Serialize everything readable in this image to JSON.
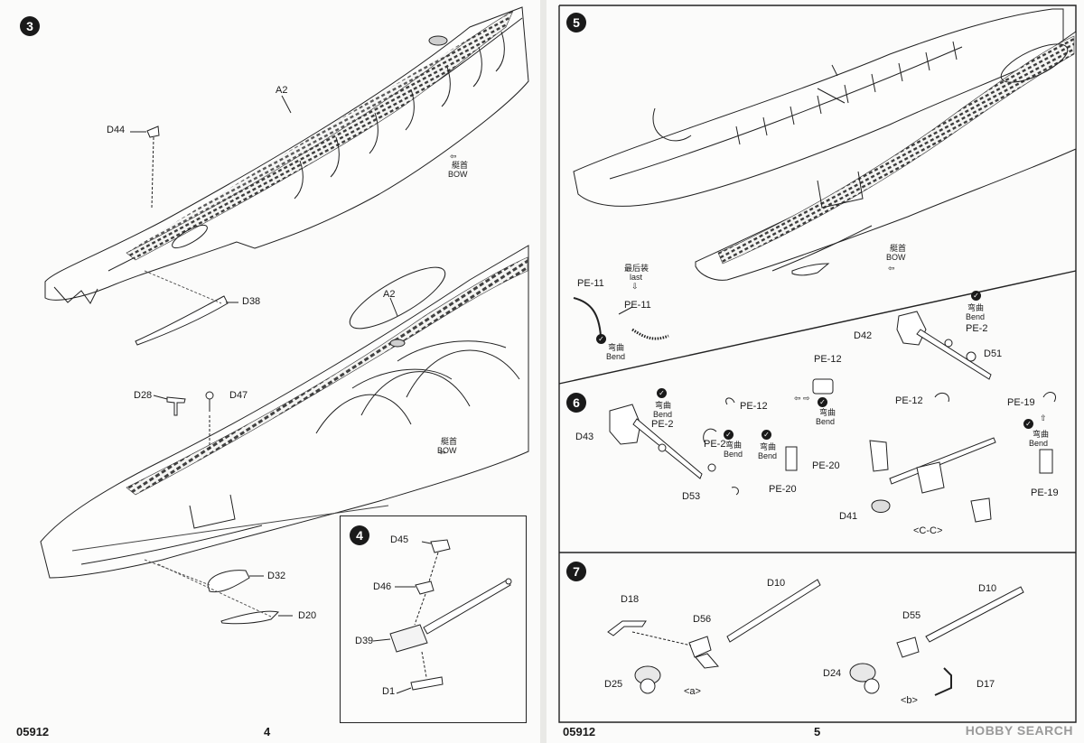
{
  "left_page": {
    "steps": {
      "s3": "3",
      "s4": "4"
    },
    "labels": {
      "a2_top": "A2",
      "d44": "D44",
      "bow_cn_1": "艇首",
      "bow_en_1": "BOW",
      "d38": "D38",
      "a2_bottom": "A2",
      "d28": "D28",
      "d47": "D47",
      "bow_cn_2": "艇首",
      "bow_en_2": "BOW",
      "d32": "D32",
      "d20": "D20",
      "d45": "D45",
      "d46": "D46",
      "d39": "D39",
      "d1": "D1"
    },
    "footer": {
      "code": "05912",
      "page": "4"
    }
  },
  "right_page": {
    "steps": {
      "s5": "5",
      "s6": "6",
      "s7": "7"
    },
    "labels": {
      "pe11_a": "PE-11",
      "last_cn": "最后装",
      "last_en": "last",
      "pe11_b": "PE-11",
      "bend_cn_1": "弯曲",
      "bend_en_1": "Bend",
      "bow_cn": "艇首",
      "bow_en": "BOW",
      "d42": "D42",
      "bend_cn_2": "弯曲",
      "bend_en_2": "Bend",
      "pe2_a": "PE-2",
      "d51": "D51",
      "pe12_a": "PE-12",
      "bend_cn_3": "弯曲",
      "bend_en_3": "Bend",
      "pe12_b": "PE-12",
      "pe19_a": "PE-19",
      "bend_cn_4": "弯曲",
      "bend_en_4": "Bend",
      "pe19_b": "PE-19",
      "bend_cn_5": "弯曲",
      "bend_en_5": "Bend",
      "pe2_b": "PE-2",
      "d43": "D43",
      "pe12_c": "PE-12",
      "pe2_c": "PE-2",
      "bend_cn_6": "弯曲",
      "bend_en_6": "Bend",
      "bend_cn_7": "弯曲",
      "bend_en_7": "Bend",
      "pe20_a": "PE-20",
      "d53": "D53",
      "pe20_b": "PE-20",
      "d41": "D41",
      "cc": "<C-C>",
      "d18": "D18",
      "d56": "D56",
      "d10_a": "D10",
      "d25": "D25",
      "a": "<a>",
      "d55": "D55",
      "d10_b": "D10",
      "d24": "D24",
      "d17": "D17",
      "b": "<b>"
    },
    "footer": {
      "code": "05912",
      "page": "5"
    },
    "watermark": "HOBBY SEARCH"
  },
  "icons": [
    "bow-direction-arrow-icon",
    "bend-check-icon",
    "arrow-down-icon",
    "arrow-up-icon",
    "arrow-left-right-icon"
  ]
}
